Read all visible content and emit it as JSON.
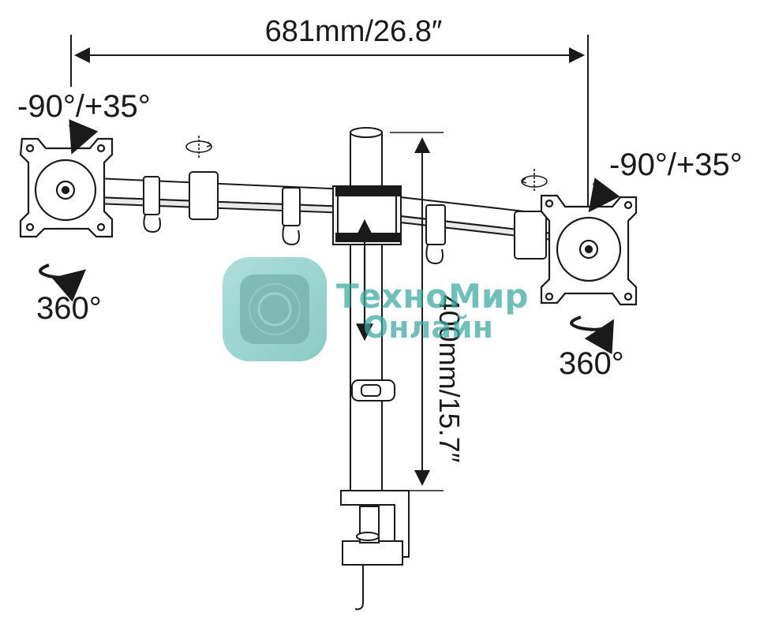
{
  "dimensions": {
    "width_label": "681mm/26.8″",
    "height_label": "400mm/15.7″"
  },
  "left_head": {
    "tilt_label": "-90°/+35°",
    "rotation_label": "360°"
  },
  "right_head": {
    "tilt_label": "-90°/+35°",
    "rotation_label": "360°"
  },
  "watermark": {
    "line1": "ТехноМир",
    "line2": "Онлайн"
  },
  "colors": {
    "ink": "#1a1a1a",
    "watermark": "#3aa9a0"
  },
  "icons": [
    "rotate-arrow-icon",
    "tilt-arrow-icon",
    "swivel-icon",
    "vertical-double-arrow-icon",
    "dimension-arrow-icon"
  ]
}
